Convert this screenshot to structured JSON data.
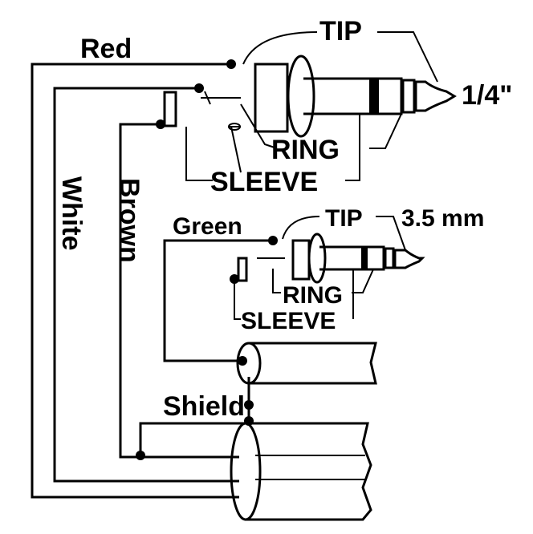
{
  "labels": {
    "red": "Red",
    "white": "White",
    "brown": "Brown",
    "green": "Green",
    "shield": "Shield",
    "tip_large": "TIP",
    "ring_large": "RING",
    "sleeve_large": "SLEEVE",
    "size_large": "1/4\"",
    "tip_small": "TIP",
    "ring_small": "RING",
    "sleeve_small": "SLEEVE",
    "size_small": "3.5 mm"
  },
  "colors": {
    "line": "#000000",
    "background": "#ffffff"
  }
}
